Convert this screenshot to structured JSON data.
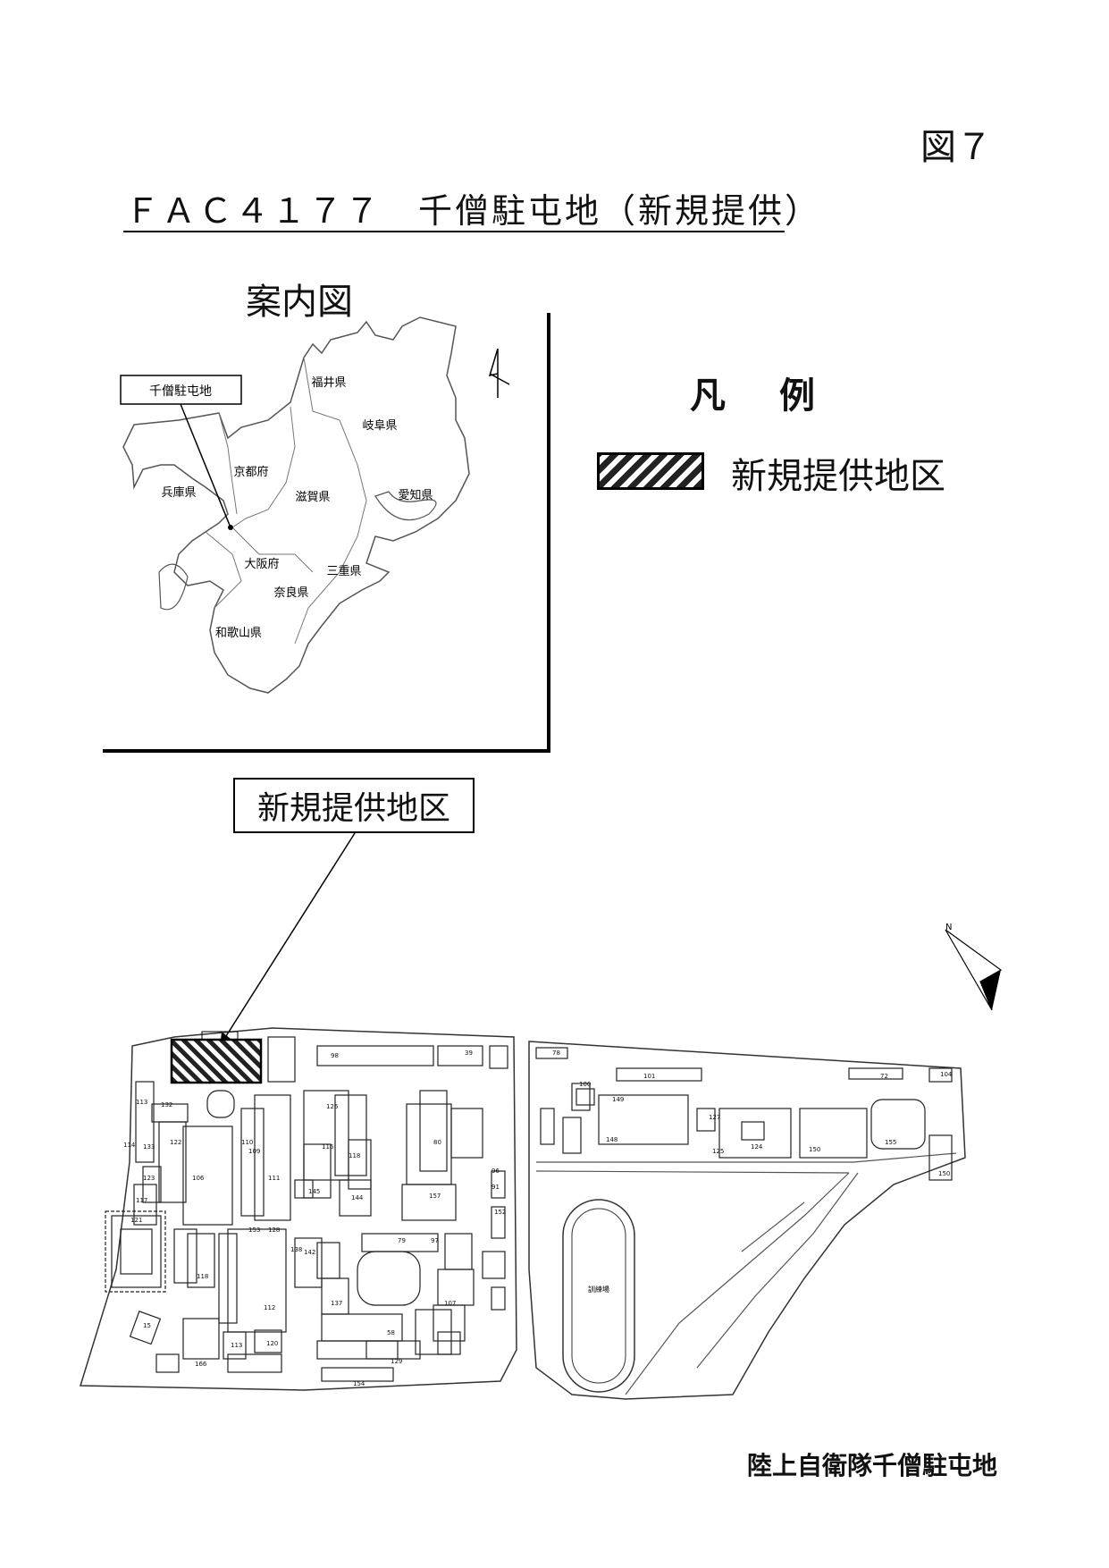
{
  "figure_number": "図７",
  "title": "ＦＡＣ４１７７　千僧駐屯地（新規提供）",
  "guide_map": {
    "title": "案内図",
    "marker_label": "千僧駐屯地",
    "prefectures": [
      "福井県",
      "岐阜県",
      "京都府",
      "兵庫県",
      "滋賀県",
      "愛知県",
      "大阪府",
      "三重県",
      "奈良県",
      "和歌山県"
    ]
  },
  "legend": {
    "title": "凡例",
    "items": [
      {
        "label": "新規提供地区"
      }
    ]
  },
  "callout_label": "新規提供地区",
  "base_map": {
    "building_numbers": [
      "98",
      "39",
      "113",
      "132",
      "133",
      "122",
      "123",
      "106",
      "109",
      "110",
      "111",
      "126",
      "116",
      "118",
      "80",
      "157",
      "144",
      "145",
      "96",
      "152",
      "153",
      "138",
      "142",
      "128",
      "79",
      "97",
      "137",
      "107",
      "112",
      "113",
      "118",
      "120",
      "166",
      "58",
      "154",
      "104",
      "78",
      "101",
      "100",
      "149",
      "148",
      "127",
      "125",
      "124",
      "150",
      "155",
      "72",
      "129",
      "121",
      "117",
      "114",
      "91",
      "150",
      "15"
    ],
    "field_label": "訓練場"
  },
  "caption": "陸上自衛隊千僧駐屯地",
  "colors": {
    "ink": "#111111",
    "hatch": "#222222"
  }
}
